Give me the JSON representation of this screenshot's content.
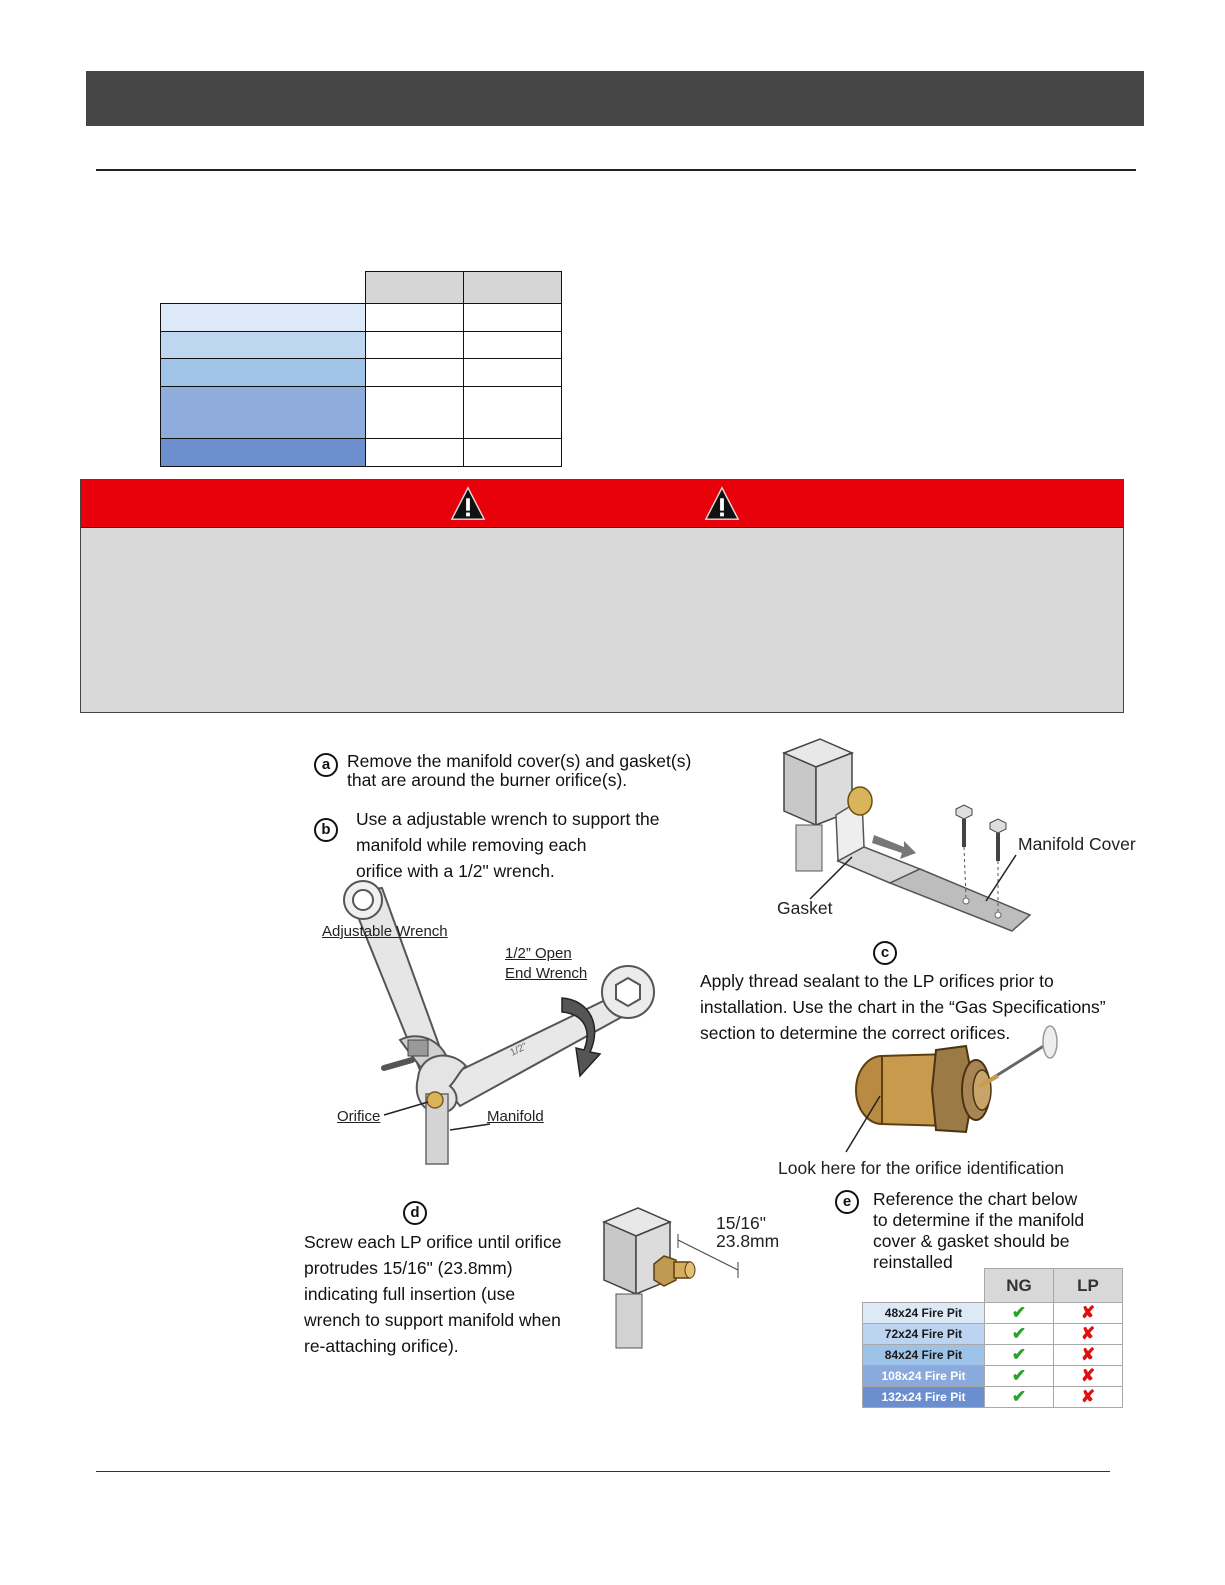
{
  "steps": {
    "a": {
      "marker": "a",
      "lines": [
        "Remove the manifold cover(s) and gasket(s)",
        "that are around the burner orifice(s)."
      ]
    },
    "b": {
      "marker": "b",
      "lines": [
        "Use a adjustable wrench to support the",
        "manifold while removing each",
        "orifice with a 1/2\" wrench."
      ]
    },
    "c": {
      "marker": "c",
      "lines": [
        "Apply thread sealant to the LP orifices prior to",
        "installation.  Use the chart in the “Gas Specifications”",
        "section to determine the correct orifices."
      ]
    },
    "d": {
      "marker": "d",
      "lines": [
        "Screw each LP orifice until orifice",
        "protrudes 15/16\" (23.8mm)",
        "indicating full insertion  (use",
        "wrench to support manifold when",
        "re-attaching orifice)."
      ]
    },
    "e": {
      "marker": "e",
      "lines": [
        "Reference the chart below",
        "to determine if the manifold",
        "cover & gasket should be",
        "reinstalled"
      ]
    }
  },
  "labels": {
    "adjustable_wrench": "Adjustable Wrench",
    "open_end_wrench_1": "1/2” Open",
    "open_end_wrench_2": "End Wrench",
    "orifice": "Orifice",
    "manifold": "Manifold",
    "gasket": "Gasket",
    "manifold_cover": "Manifold Cover",
    "look_here": "Look here for the orifice identification",
    "dimension_in": "15/16\"",
    "dimension_mm": "23.8mm",
    "wrench_stamp": "1/2\""
  },
  "reinstall_chart": {
    "columns": [
      "NG",
      "LP"
    ],
    "rows": [
      {
        "name": "48x24 Fire Pit",
        "ng": "✔",
        "lp": "✘",
        "color": "#dce9f6",
        "text_color": "#1a1a1a"
      },
      {
        "name": "72x24 Fire Pit",
        "ng": "✔",
        "lp": "✘",
        "color": "#bcd4ef",
        "text_color": "#1a1a1a"
      },
      {
        "name": "84x24 Fire Pit",
        "ng": "✔",
        "lp": "✘",
        "color": "#9ec3e8",
        "text_color": "#1a1a1a"
      },
      {
        "name": "108x24 Fire Pit",
        "ng": "✔",
        "lp": "✘",
        "color": "#8aa9dd",
        "text_color": "#ffffff"
      },
      {
        "name": "132x24 Fire Pit",
        "ng": "✔",
        "lp": "✘",
        "color": "#6b8ecf",
        "text_color": "#ffffff"
      }
    ]
  },
  "top_table_colors": [
    "#dde9f6",
    "#bfd6ef",
    "#9fc4e7",
    "#8facdd",
    "#6d8fcf"
  ],
  "colors": {
    "header_bar": "#454545",
    "warning_red": "#e8000b",
    "warning_body": "#d9d9d9",
    "check_green": "#2aa32a",
    "cross_red": "#e01010"
  }
}
